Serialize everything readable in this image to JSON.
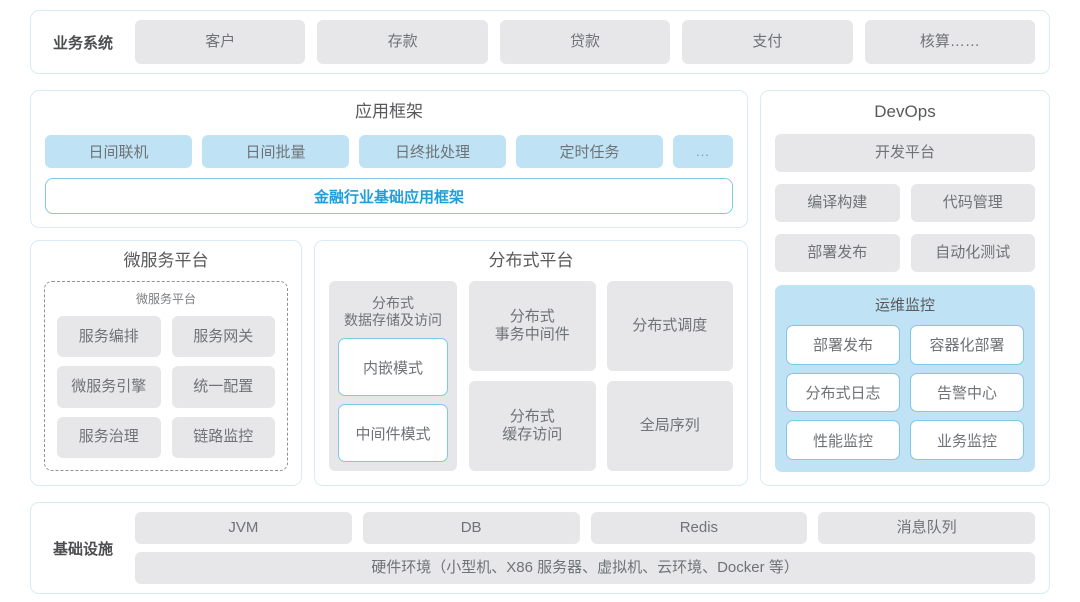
{
  "colors": {
    "panel_border": "#d6edf6",
    "tile_grey": "#e7e7e9",
    "tile_blue": "#bfe3f5",
    "accent_blue": "#1f9fda",
    "tile_border_blue": "#7ec8e8",
    "text_grey": "#6f7276"
  },
  "business_systems": {
    "label": "业务系统",
    "items": [
      "客户",
      "存款",
      "贷款",
      "支付",
      "核算……"
    ]
  },
  "app_framework": {
    "title": "应用框架",
    "items": [
      "日间联机",
      "日间批量",
      "日终批处理",
      "定时任务"
    ],
    "more": "...",
    "base_bar": "金融行业基础应用框架"
  },
  "microservice_platform": {
    "title": "微服务平台",
    "inner_title": "微服务平台",
    "items": [
      "服务编排",
      "服务网关",
      "微服务引擎",
      "统一配置",
      "服务治理",
      "链路监控"
    ]
  },
  "distributed_platform": {
    "title": "分布式平台",
    "storage": {
      "title": "分布式\n数据存储及访问",
      "modes": [
        "内嵌模式",
        "中间件模式"
      ]
    },
    "items": [
      "分布式\n事务中间件",
      "分布式调度",
      "分布式\n缓存访问",
      "全局序列"
    ]
  },
  "devops": {
    "title": "DevOps",
    "platform": "开发平台",
    "row1": [
      "编译构建",
      "代码管理"
    ],
    "row2": [
      "部署发布",
      "自动化测试"
    ],
    "ops_monitor": {
      "title": "运维监控",
      "items": [
        "部署发布",
        "容器化部署",
        "分布式日志",
        "告警中心",
        "性能监控",
        "业务监控"
      ]
    }
  },
  "infrastructure": {
    "label": "基础设施",
    "items": [
      "JVM",
      "DB",
      "Redis",
      "消息队列"
    ],
    "hardware": "硬件环境（小型机、X86 服务器、虚拟机、云环境、Docker 等）"
  }
}
